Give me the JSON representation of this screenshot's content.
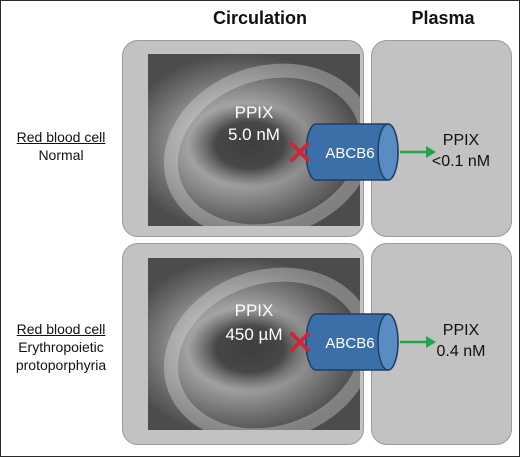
{
  "headers": {
    "circulation": "Circulation",
    "plasma": "Plasma"
  },
  "rows": [
    {
      "side_title": "Red blood cell",
      "side_sub": "Normal",
      "cell_label": "PPIX",
      "cell_value": "5.0 nM",
      "transporter": "ABCB6",
      "plasma_label": "PPIX",
      "plasma_value": "<0.1 nM"
    },
    {
      "side_title": "Red blood cell",
      "side_sub_1": "Erythropoietic",
      "side_sub_2": "protoporphyria",
      "cell_label": "PPIX",
      "cell_value": "450 µM",
      "transporter": "ABCB6",
      "plasma_label": "PPIX",
      "plasma_value": "0.4 nM"
    }
  ],
  "colors": {
    "panel": "#c2c2c2",
    "transporter_fill": "#3c6ea8",
    "inhibit_x": "#c8283a",
    "arrow": "#1fa64a"
  },
  "icons": {
    "inhibit": "x-mark-icon",
    "export": "arrow-right-icon",
    "transporter": "cylinder-icon"
  }
}
